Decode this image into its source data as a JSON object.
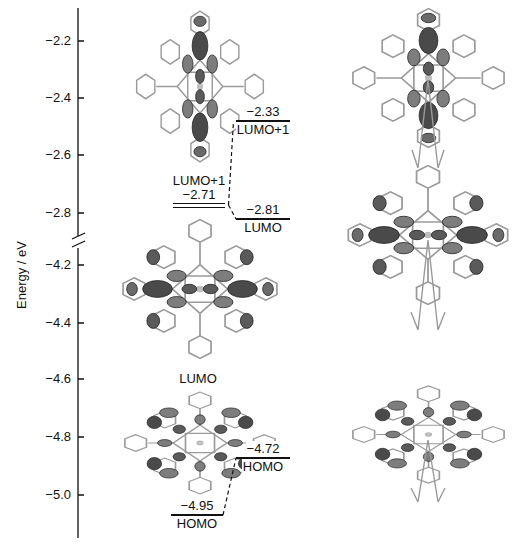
{
  "diagram": {
    "nodes": [
      {
        "text": [
          "LUMO+1",
          "−2.71"
        ]
      },
      {
        "text": [
          "−4.95",
          "HOMO"
        ]
      },
      {
        "text": [
          "−2.33",
          "LUMO+1"
        ]
      },
      {
        "text": [
          "−2.81",
          "LUMO"
        ]
      },
      {
        "text": [
          "−4.72",
          "HOMO"
        ]
      }
    ],
    "edges": [
      {
        "from": 0,
        "to": 2,
        "arrow": "none"
      },
      {
        "from": 0,
        "to": 3,
        "arrow": "none"
      },
      {
        "from": 1,
        "to": 4,
        "arrow": "none"
      }
    ],
    "labels": [
      "Energy / eV",
      "−2.2",
      "−2.4",
      "−2.6",
      "−2.8",
      "−4.2",
      "−4.4",
      "−4.6",
      "−4.8",
      "−5.0",
      "LUMO"
    ]
  }
}
